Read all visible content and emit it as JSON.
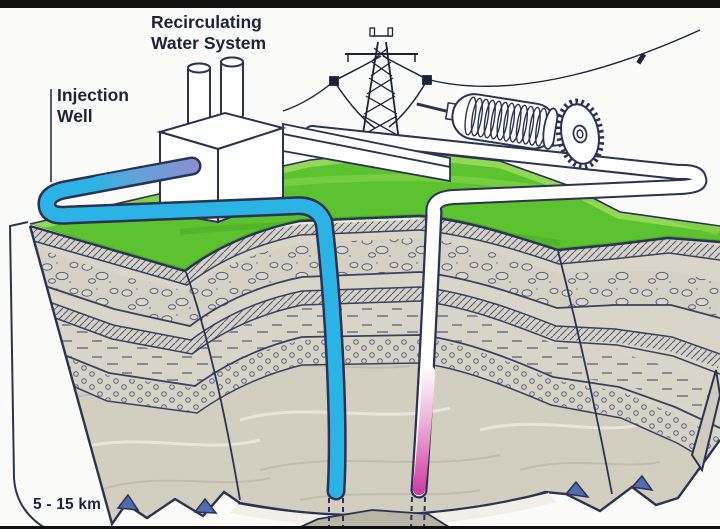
{
  "labels": {
    "recirculating": "Recirculating Water System",
    "injection_well": "Injection Well",
    "depth_range": "5 - 15 km"
  },
  "colors": {
    "pipe_cold_water": "#2cb3e6",
    "pipe_warm_inlet": "#8a8fd0",
    "pipe_hot_water": "#cf3fa4",
    "grass_green": "#5cc22f",
    "outline_navy": "#2b3252",
    "rock_beige": "#d9d5c8",
    "frame_bar_black": "#101010"
  },
  "icons": {
    "power_plant": "power-plant-building-icon",
    "cooling_stacks": "cooling-stack-icons",
    "transmission_tower": "transmission-tower-icon",
    "turbine_generator": "turbine-generator-icon",
    "injection_pipe": "injection-well-pipe",
    "production_pipe": "production-well-pipe",
    "depth_bracket": "depth-bracket-line"
  }
}
